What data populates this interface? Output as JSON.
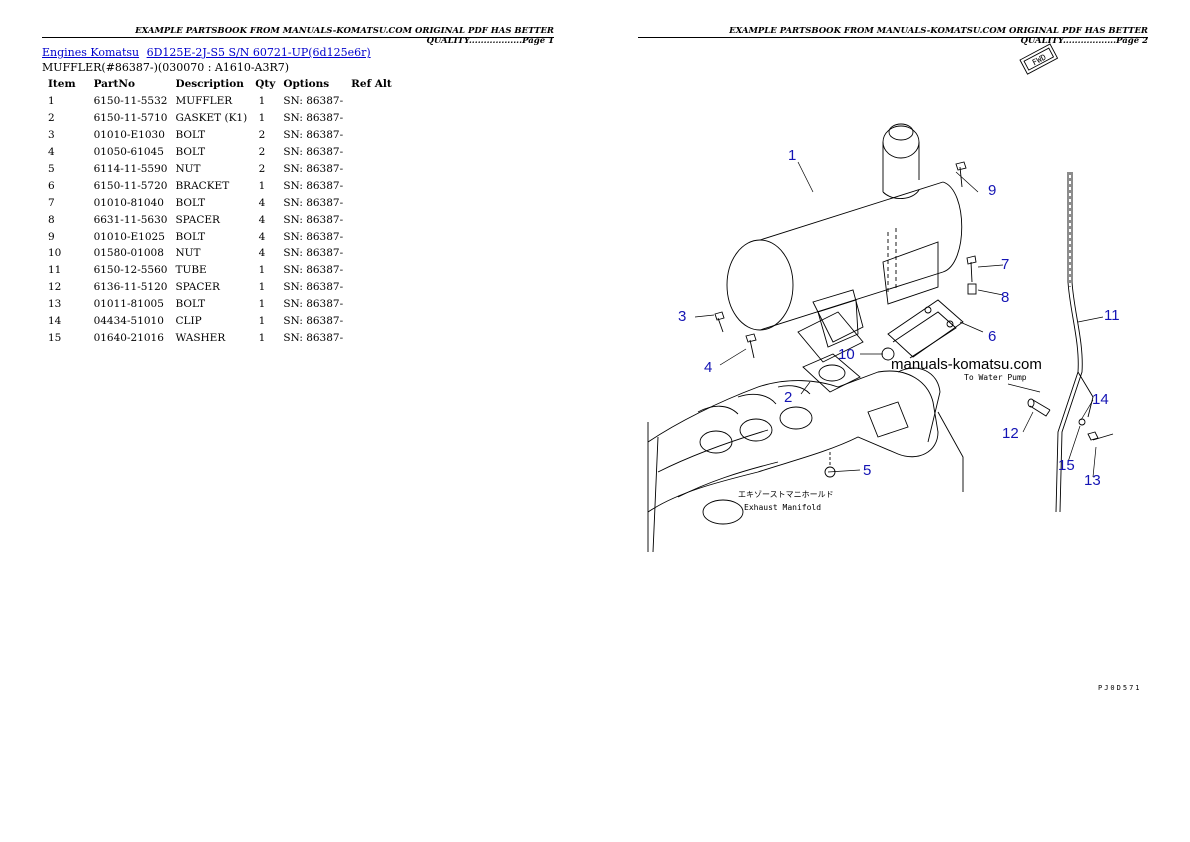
{
  "header": {
    "left": "EXAMPLE PARTSBOOK FROM MANUALS-KOMATSU.COM ORIGINAL PDF HAS BETTER QUALITY..................Page 1",
    "right": "EXAMPLE PARTSBOOK FROM MANUALS-KOMATSU.COM ORIGINAL PDF HAS BETTER QUALITY..................Page 2"
  },
  "breadcrumb": {
    "link1": "Engines Komatsu",
    "link2": "6D125E-2J-S5 S/N 60721-UP(6d125e6r)"
  },
  "subtitle": "MUFFLER(#86387-)(030070 : A1610-A3R7)",
  "table": {
    "headers": [
      "Item",
      "PartNo",
      "Description",
      "Qty",
      "Options",
      "Ref Alt"
    ],
    "rows": [
      [
        "1",
        "6150-11-5532",
        "MUFFLER",
        "1",
        "SN: 86387-",
        ""
      ],
      [
        "2",
        "6150-11-5710",
        "GASKET (K1)",
        "1",
        "SN: 86387-",
        ""
      ],
      [
        "3",
        "01010-E1030",
        "BOLT",
        "2",
        "SN: 86387-",
        ""
      ],
      [
        "4",
        "01050-61045",
        "BOLT",
        "2",
        "SN: 86387-",
        ""
      ],
      [
        "5",
        "6114-11-5590",
        "NUT",
        "2",
        "SN: 86387-",
        ""
      ],
      [
        "6",
        "6150-11-5720",
        "BRACKET",
        "1",
        "SN: 86387-",
        ""
      ],
      [
        "7",
        "01010-81040",
        "BOLT",
        "4",
        "SN: 86387-",
        ""
      ],
      [
        "8",
        "6631-11-5630",
        "SPACER",
        "4",
        "SN: 86387-",
        ""
      ],
      [
        "9",
        "01010-E1025",
        "BOLT",
        "4",
        "SN: 86387-",
        ""
      ],
      [
        "10",
        "01580-01008",
        "NUT",
        "4",
        "SN: 86387-",
        ""
      ],
      [
        "11",
        "6150-12-5560",
        "TUBE",
        "1",
        "SN: 86387-",
        ""
      ],
      [
        "12",
        "6136-11-5120",
        "SPACER",
        "1",
        "SN: 86387-",
        ""
      ],
      [
        "13",
        "01011-81005",
        "BOLT",
        "1",
        "SN: 86387-",
        ""
      ],
      [
        "14",
        "04434-51010",
        "CLIP",
        "1",
        "SN: 86387-",
        ""
      ],
      [
        "15",
        "01640-21016",
        "WASHER",
        "1",
        "SN: 86387-",
        ""
      ]
    ]
  },
  "diagram": {
    "callouts": [
      "1",
      "2",
      "3",
      "4",
      "5",
      "6",
      "7",
      "8",
      "9",
      "10",
      "11",
      "12",
      "13",
      "14",
      "15"
    ],
    "watermark": "manuals-komatsu.com",
    "water_pump_note": "To Water Pump",
    "manifold_jp": "エキゾーストマニホールド",
    "manifold_en": "Exhaust Manifold",
    "fwd": "FWD",
    "callout_color": "#1414b4"
  },
  "footer_code": "PJ0D571"
}
